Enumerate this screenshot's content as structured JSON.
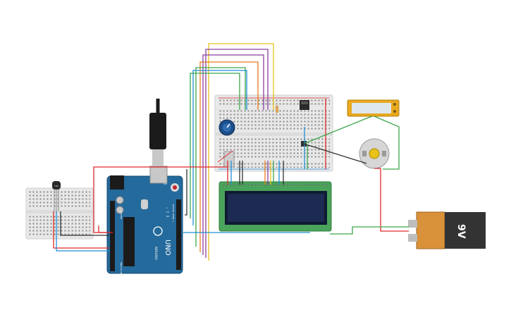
{
  "arduino": {
    "brand": "UNO",
    "label_arduino": "ARDUINO",
    "label_analog": "ANALOG IN",
    "label_power": "POWER",
    "label_digital": "DIGITAL (PWM~)",
    "label_on": "ON",
    "label_tx": "TX",
    "label_rx": "RX",
    "label_l": "L"
  },
  "battery": {
    "label": "9V"
  },
  "sensor": {
    "label": "TMP"
  },
  "colors": {
    "wire_red": "#e0282a",
    "wire_blue": "#1f8fd6",
    "wire_green": "#3aa64a",
    "wire_yellow": "#e8c21b",
    "wire_purple": "#8a3fa0",
    "wire_orange": "#e87c1e",
    "wire_black": "#333333",
    "arduino_blue": "#246a9c",
    "pcb_green": "#4aa35a",
    "lcd_blue": "#1d2b52"
  }
}
